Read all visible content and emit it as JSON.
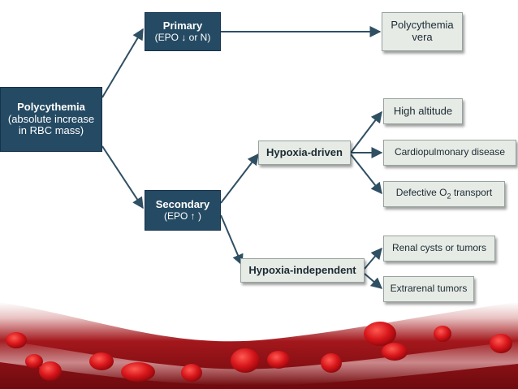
{
  "root": {
    "title": "Polycythemia",
    "subtitle": "(absolute increase in RBC mass)"
  },
  "primary": {
    "title": "Primary",
    "subtitle": "(EPO ↓ or N)"
  },
  "secondary": {
    "title": "Secondary",
    "subtitle": "(EPO ↑ )"
  },
  "outcomes": {
    "polycythemia_vera": "Polycythemia vera",
    "hypoxia_driven": "Hypoxia-driven",
    "hypoxia_independent": "Hypoxia-independent",
    "high_altitude": "High altitude",
    "cardiopulmonary_disease": "Cardiopulmonary disease",
    "defective_o2_transport_prefix": "Defective O",
    "defective_o2_transport_sub": "2",
    "defective_o2_transport_suffix": " transport",
    "renal_cysts_or_tumors": "Renal cysts or tumors",
    "extrarenal_tumors": "Extrarenal tumors"
  },
  "colors": {
    "dark_box": "#254a63",
    "light_box": "#e6ebe5",
    "arrow": "#2f4f63",
    "blood_band": "#8e0f14",
    "blood_cell": "#d8161b"
  }
}
